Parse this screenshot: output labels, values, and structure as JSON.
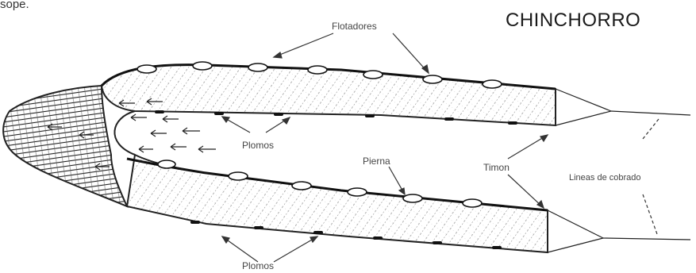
{
  "fragment_text": "sope.",
  "title": "CHINCHORRO",
  "labels": {
    "flotadores": "Flotadores",
    "plomos_top": "Plomos",
    "pierna": "Pierna",
    "timon": "Timon",
    "lineas": "Lineas de cobrado",
    "plomos_bottom": "Plomos"
  },
  "colors": {
    "ink": "#1a1a1a",
    "label": "#444444"
  }
}
